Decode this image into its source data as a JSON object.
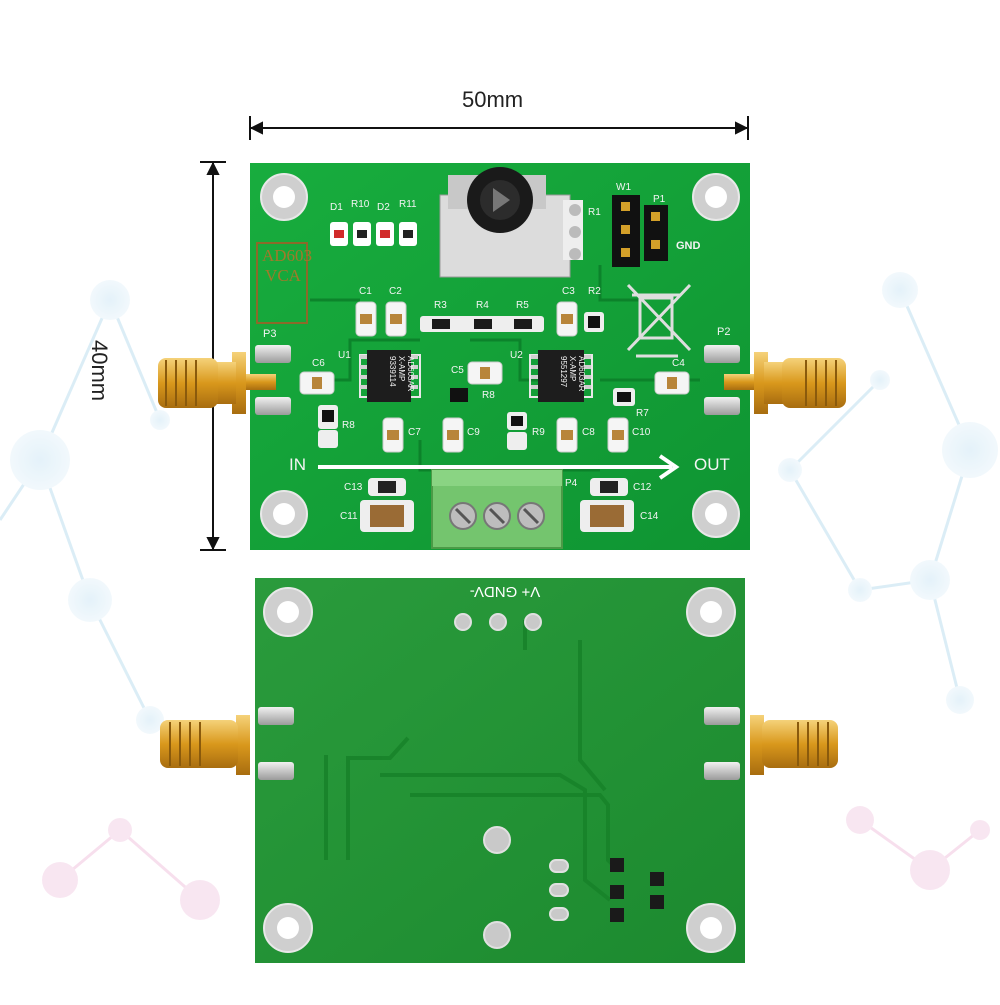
{
  "dimensions": {
    "width_label": "50mm",
    "height_label": "40mm"
  },
  "front": {
    "module_label_line1": "AD603",
    "module_label_line2": "VCA",
    "in_label": "IN",
    "out_label": "OUT",
    "gnd_label": "GND",
    "refs": {
      "d1": "D1",
      "r10": "R10",
      "d2": "D2",
      "r11": "R11",
      "r1": "R1",
      "w1": "W1",
      "p1": "P1",
      "c1": "C1",
      "c2": "C2",
      "r3": "R3",
      "r4": "R4",
      "r5": "R5",
      "c3": "C3",
      "r2": "R2",
      "p3": "P3",
      "p2": "P2",
      "c6": "C6",
      "u1": "U1",
      "c5": "C5",
      "u2": "U2",
      "c4": "C4",
      "r8a": "R8",
      "r8b": "R8",
      "r7": "R7",
      "c7": "C7",
      "c9": "C9",
      "r9": "R9",
      "c8": "C8",
      "c10": "C10",
      "c13": "C13",
      "p4": "P4",
      "c12": "C12",
      "c11": "C11",
      "c14": "C14"
    },
    "chip1": {
      "line1": "AD603AR",
      "line2": "X-AMP",
      "line3": "9339114"
    },
    "chip2": {
      "line1": "AD603AR",
      "line2": "X-AMP",
      "line3": "9551297"
    }
  },
  "back": {
    "power_label": "V+  GNDV-"
  },
  "colors": {
    "pcb": "#12a438",
    "pcb_dark": "#0e8f2f",
    "silk": "#f4f4f4",
    "gold": "#d99a1e",
    "terminal": "#6cc46c"
  }
}
